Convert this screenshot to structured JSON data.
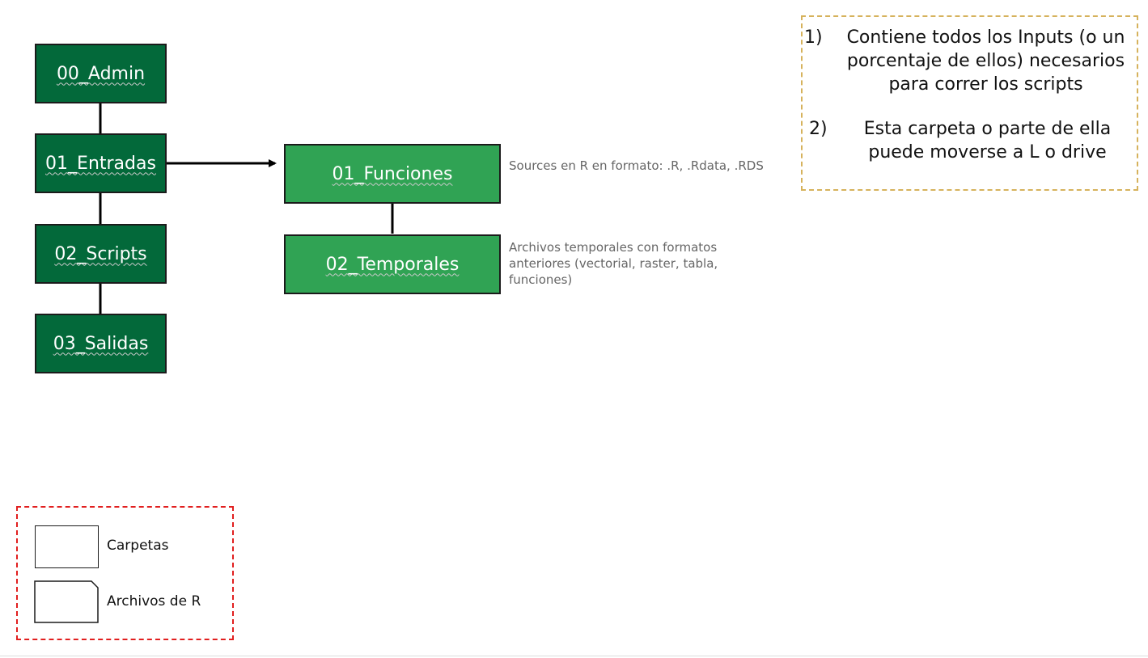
{
  "folders": {
    "admin": "00_Admin",
    "entradas": "01_Entradas",
    "scripts": "02_Scripts",
    "salidas": "03_Salidas",
    "funciones": "01_Funciones",
    "temporales": "02_Temporales"
  },
  "notes": {
    "funciones": "Sources en R en formato: .R, .Rdata, .RDS",
    "temporales": "Archivos temporales con formatos anteriores (vectorial, raster, tabla, funciones)"
  },
  "callout": {
    "item1_number": "1)",
    "item1_text": "Contiene todos los Inputs (o un porcentaje de ellos) necesarios para correr los scripts",
    "item2_number": "2)",
    "item2_text": "Esta carpeta o parte de ella puede moverse a L o drive"
  },
  "legend": {
    "folder_label": "Carpetas",
    "file_label": "Archivos de R"
  },
  "colors": {
    "main_folder": "#03693a",
    "sub_folder": "#30a354",
    "callout_border": "#d6b25c",
    "legend_border": "#e11f1f"
  }
}
